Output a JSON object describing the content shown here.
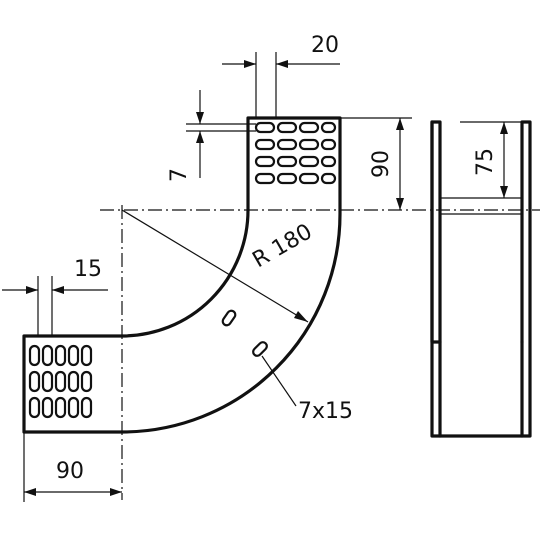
{
  "dimensions": {
    "top_width": "20",
    "slot_spacing": "7",
    "height_right": "90",
    "radius": "R 180",
    "left_width": "15",
    "bottom_width": "90",
    "slot_size": "7x15",
    "side_height": "75"
  }
}
